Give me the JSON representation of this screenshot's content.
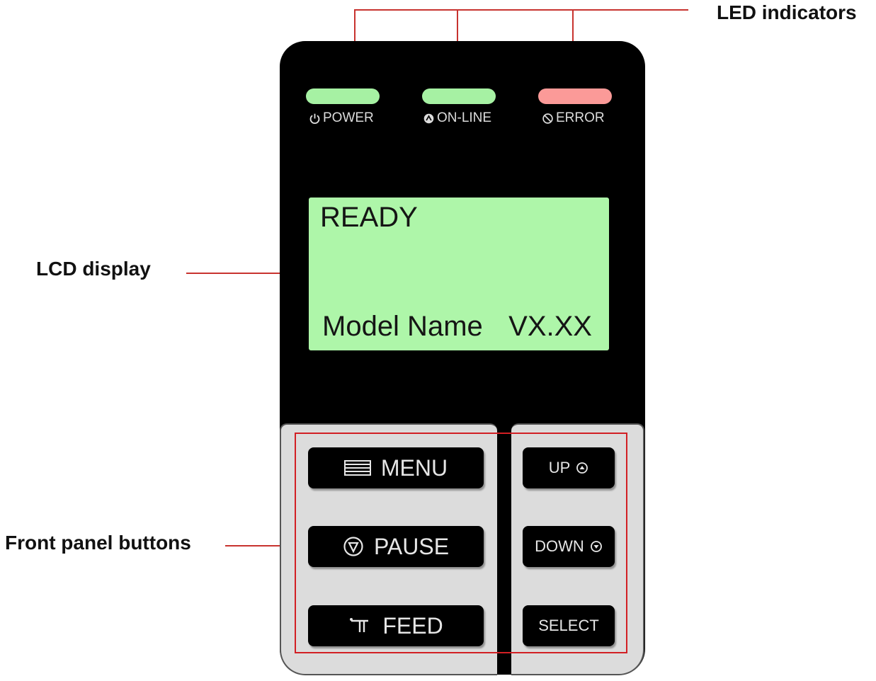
{
  "callouts": {
    "led_indicators": "LED indicators",
    "lcd_display": "LCD display",
    "front_panel_buttons": "Front panel buttons"
  },
  "leds": [
    {
      "label": "POWER",
      "icon": "power-icon",
      "color": "#a6f1a3"
    },
    {
      "label": "ON-LINE",
      "icon": "online-icon",
      "color": "#a6f1a3"
    },
    {
      "label": "ERROR",
      "icon": "error-icon",
      "color": "#fb9a98"
    }
  ],
  "lcd": {
    "line1": "READY",
    "model": "Model Name",
    "version": "VX.XX",
    "color": "#aef6a9"
  },
  "buttons": {
    "menu": "MENU",
    "pause": "PAUSE",
    "feed": "FEED",
    "up": "UP",
    "down": "DOWN",
    "select": "SELECT"
  },
  "colors": {
    "callout_line": "#c8332f",
    "highlight_box": "#d21f24",
    "panel_bg": "#dcdcdc"
  }
}
